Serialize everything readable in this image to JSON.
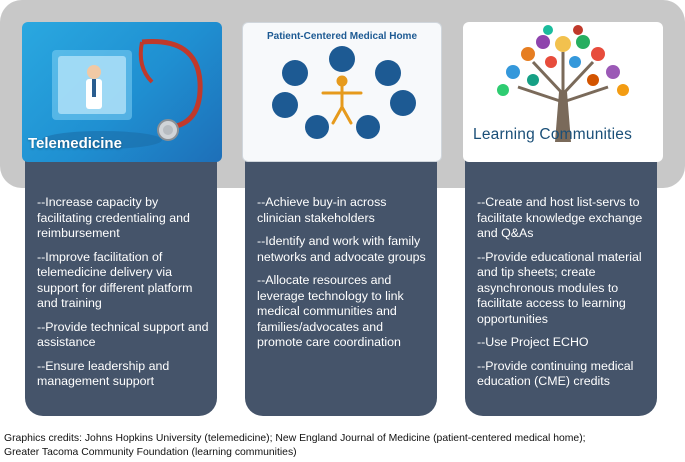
{
  "panels": {
    "telemedicine": {
      "label": "Telemedicine"
    },
    "medical_home": {
      "title": "Patient-Centered Medical Home"
    },
    "learning": {
      "label": "Learning Communities"
    }
  },
  "columns": [
    {
      "items": [
        "--Increase capacity by facilitating credentialing and reimbursement",
        "--Improve facilitation of telemedicine delivery via support for different platform and training",
        "--Provide technical support and assistance",
        "--Ensure leadership and management support"
      ]
    },
    {
      "items": [
        "--Achieve buy-in across clinician stakeholders",
        "--Identify and work with family networks and advocate groups",
        "--Allocate resources and leverage technology to link medical communities and families/advocates and promote care coordination"
      ]
    },
    {
      "items": [
        "--Create and host list-servs to facilitate knowledge exchange and Q&As",
        "--Provide educational material and tip sheets; create asynchronous modules to facilitate access to learning opportunities",
        "--Use Project ECHO",
        "--Provide continuing medical education (CME) credits"
      ]
    }
  ],
  "credits": {
    "line1": "Graphics credits: Johns Hopkins University (telemedicine); New England Journal of Medicine (patient-centered medical home);",
    "line2": "Greater Tacoma Community Foundation (learning communities)"
  },
  "colors": {
    "column_bg": "#45546a",
    "band_bg": "#c8c8c8",
    "tele_blue": "#1f8fd1",
    "stethoscope_red": "#c0392b"
  }
}
